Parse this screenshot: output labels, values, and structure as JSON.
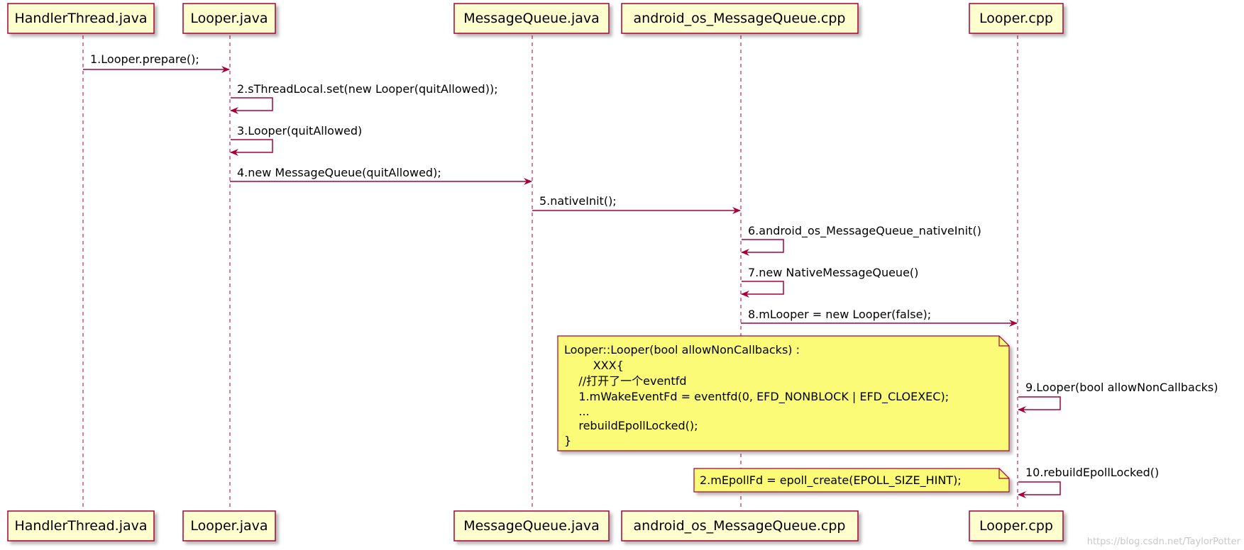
{
  "participants": [
    {
      "id": "handlerthread",
      "label": "HandlerThread.java"
    },
    {
      "id": "looper-java",
      "label": "Looper.java"
    },
    {
      "id": "messagequeue-java",
      "label": "MessageQueue.java"
    },
    {
      "id": "mq-cpp",
      "label": "android_os_MessageQueue.cpp"
    },
    {
      "id": "looper-cpp",
      "label": "Looper.cpp"
    }
  ],
  "messages": [
    {
      "label": "1.Looper.prepare();",
      "from": "handlerthread",
      "to": "looper-java"
    },
    {
      "label": "2.sThreadLocal.set(new Looper(quitAllowed));",
      "from": "looper-java",
      "to": "looper-java"
    },
    {
      "label": "3.Looper(quitAllowed)",
      "from": "looper-java",
      "to": "looper-java"
    },
    {
      "label": "4.new MessageQueue(quitAllowed);",
      "from": "looper-java",
      "to": "messagequeue-java"
    },
    {
      "label": "5.nativeInit();",
      "from": "messagequeue-java",
      "to": "mq-cpp"
    },
    {
      "label": "6.android_os_MessageQueue_nativeInit()",
      "from": "mq-cpp",
      "to": "mq-cpp"
    },
    {
      "label": "7.new NativeMessageQueue()",
      "from": "mq-cpp",
      "to": "mq-cpp"
    },
    {
      "label": "8.mLooper = new Looper(false);",
      "from": "mq-cpp",
      "to": "looper-cpp"
    },
    {
      "label": "9.Looper(bool allowNonCallbacks)",
      "from": "looper-cpp",
      "to": "looper-cpp"
    },
    {
      "label": "10.rebuildEpollLocked()",
      "from": "looper-cpp",
      "to": "looper-cpp"
    }
  ],
  "notes": [
    {
      "lines": [
        "Looper::Looper(bool allowNonCallbacks) :",
        "        XXX{",
        "    //打开了一个eventfd",
        "    1.mWakeEventFd = eventfd(0, EFD_NONBLOCK | EFD_CLOEXEC);",
        "    ...",
        "    rebuildEpollLocked();",
        "}"
      ]
    },
    {
      "lines": [
        "2.mEpollFd = epoll_create(EPOLL_SIZE_HINT);"
      ]
    }
  ],
  "watermark": "https://blog.csdn.net/TaylorPotter",
  "colors": {
    "participant_fill": "#fefece",
    "participant_border": "#a80036",
    "arrow": "#a80036",
    "note_fill": "#fbfb77",
    "note_border": "#a80036"
  }
}
